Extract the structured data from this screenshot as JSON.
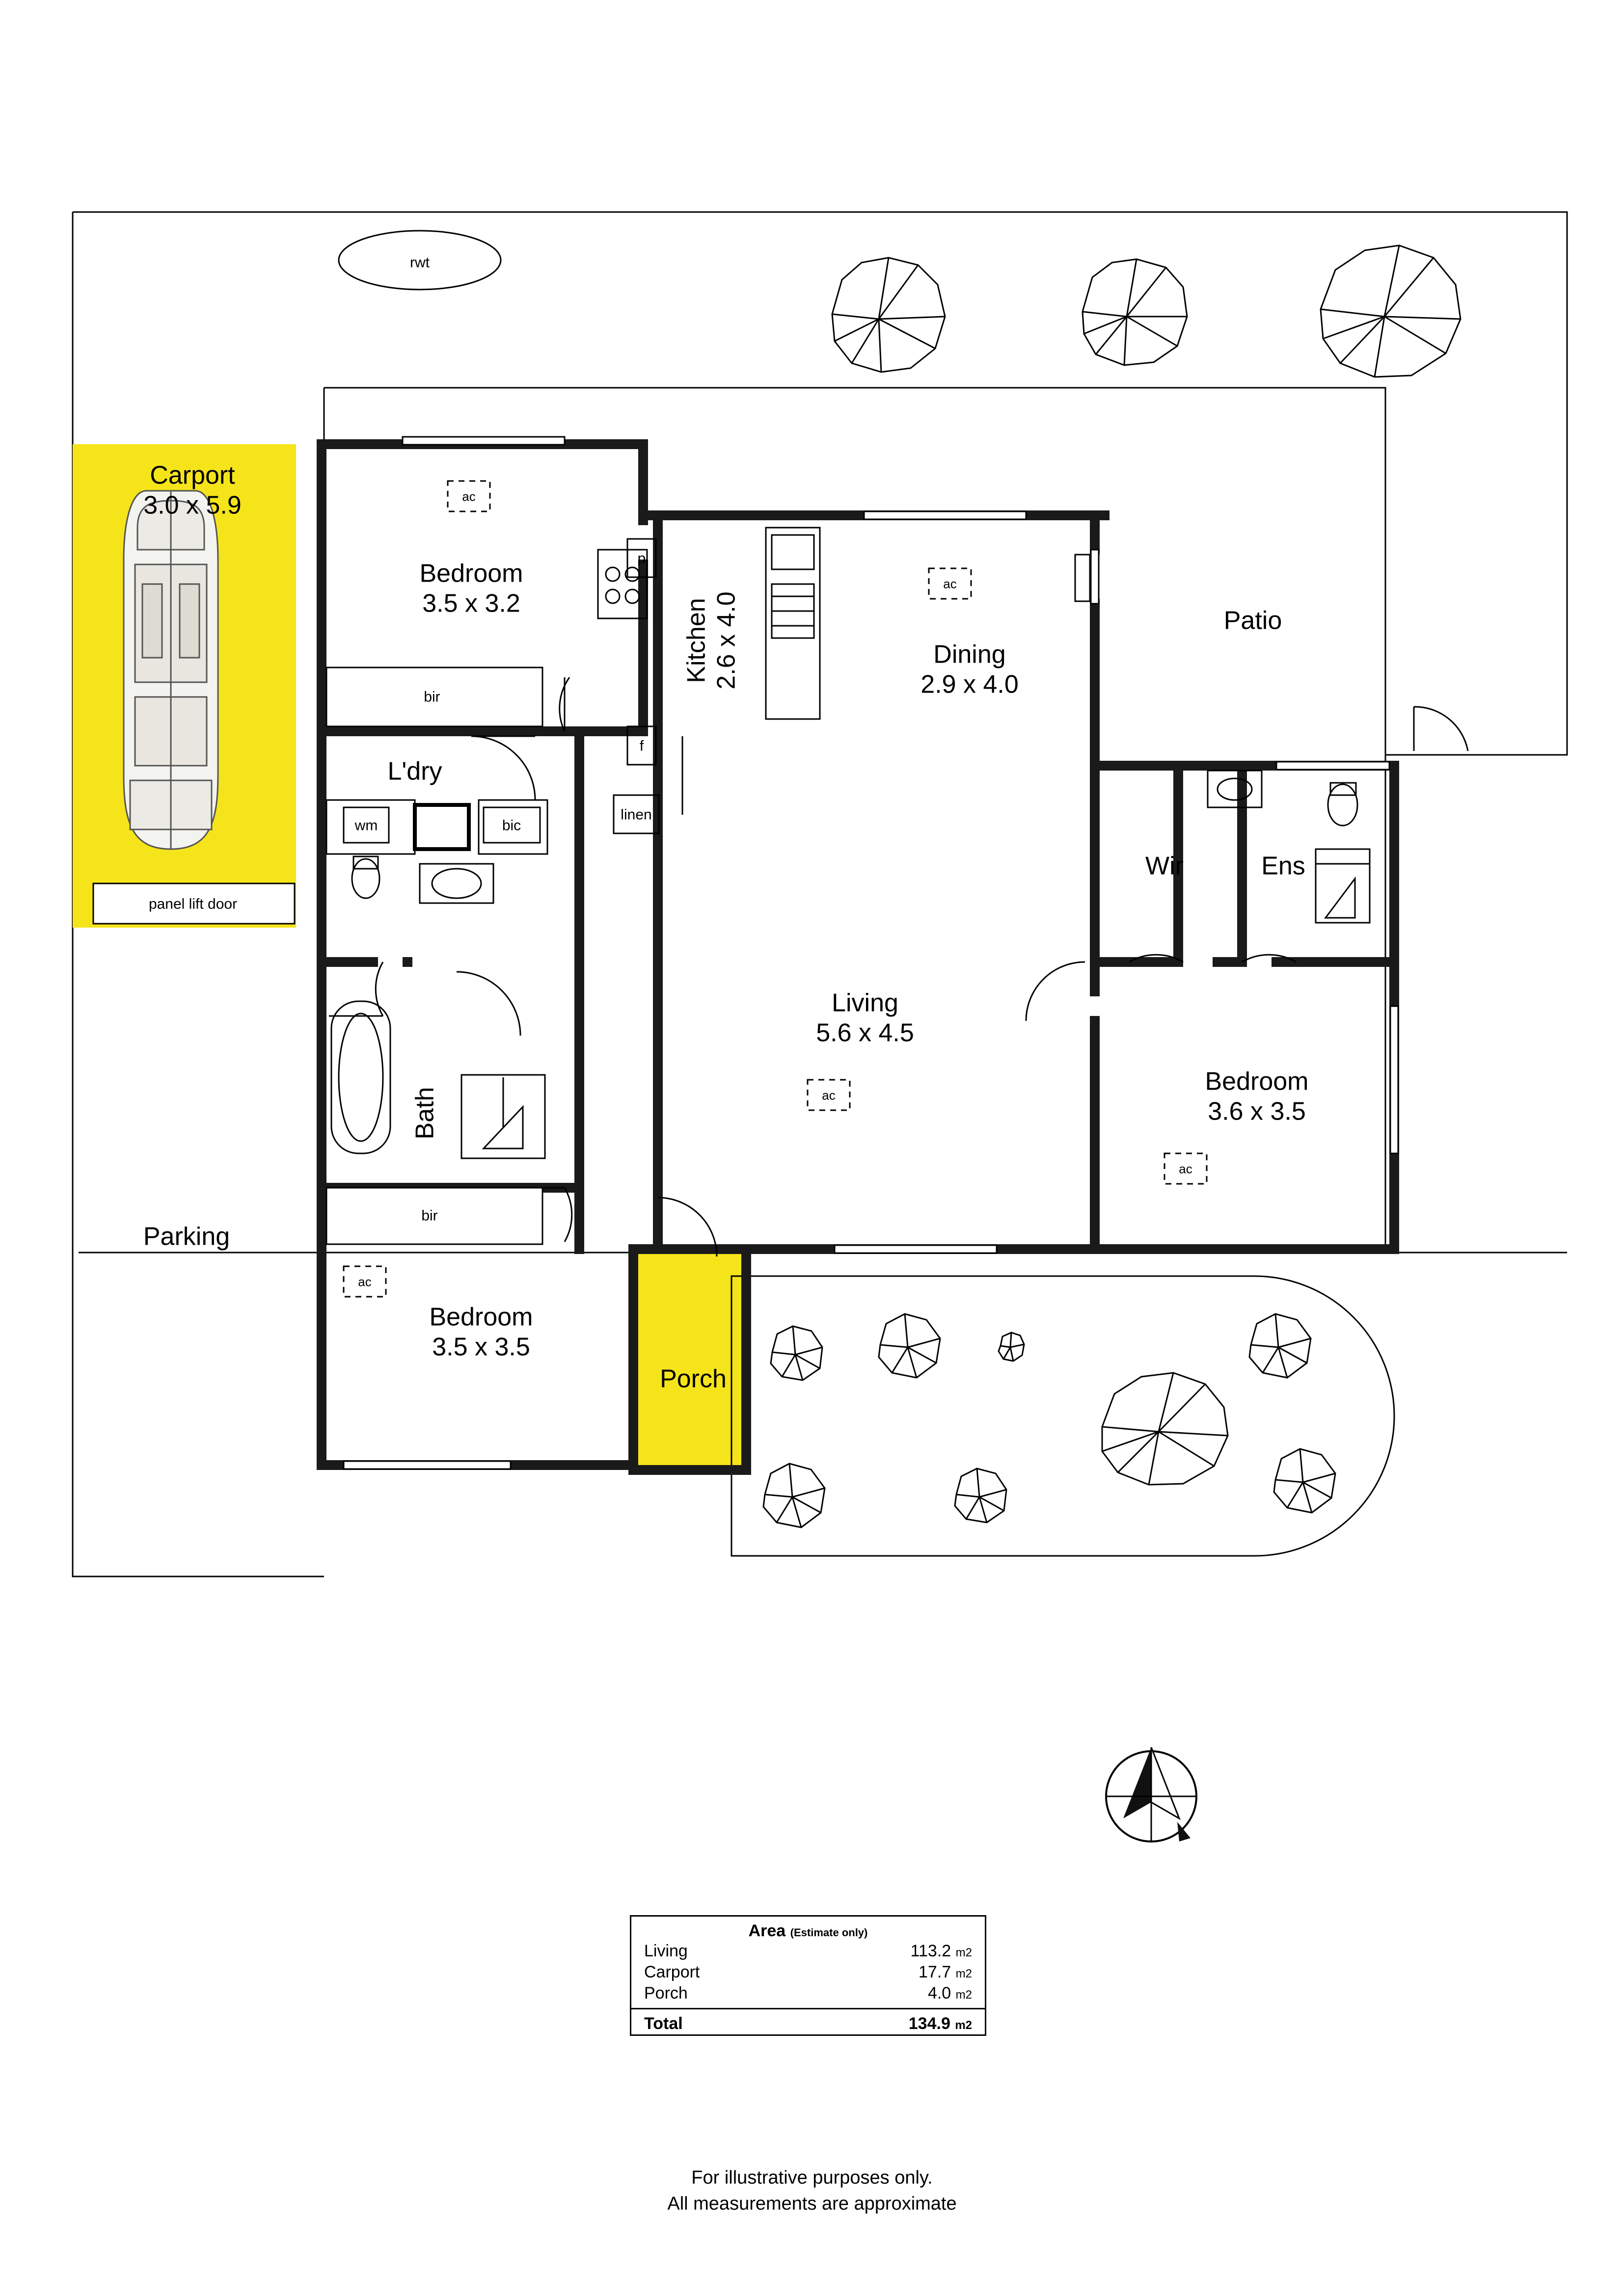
{
  "document": {
    "type": "floor-plan",
    "disclaimer_line1": "For illustrative purposes only.",
    "disclaimer_line2": "All measurements are approximate"
  },
  "rooms": [
    {
      "id": "carport",
      "name": "Carport",
      "dims": "3.0 x 5.9"
    },
    {
      "id": "bedroom1",
      "name": "Bedroom",
      "dims": "3.5 x 3.2"
    },
    {
      "id": "kitchen",
      "name": "Kitchen",
      "dims": "2.6 x 4.0"
    },
    {
      "id": "dining",
      "name": "Dining",
      "dims": "2.9 x 4.0"
    },
    {
      "id": "patio",
      "name": "Patio",
      "dims": ""
    },
    {
      "id": "laundry",
      "name": "L'dry",
      "dims": ""
    },
    {
      "id": "wir",
      "name": "Wir",
      "dims": ""
    },
    {
      "id": "ens",
      "name": "Ens",
      "dims": ""
    },
    {
      "id": "living",
      "name": "Living",
      "dims": "5.6 x 4.5"
    },
    {
      "id": "bath",
      "name": "Bath",
      "dims": ""
    },
    {
      "id": "bedroom2",
      "name": "Bedroom",
      "dims": "3.6 x 3.5"
    },
    {
      "id": "parking",
      "name": "Parking",
      "dims": ""
    },
    {
      "id": "bedroom3",
      "name": "Bedroom",
      "dims": "3.5 x 3.5"
    },
    {
      "id": "porch",
      "name": "Porch",
      "dims": ""
    }
  ],
  "annotations": {
    "rwt": "rwt",
    "ac": "ac",
    "bir": "bir",
    "bic": "bic",
    "wm": "wm",
    "linen": "linen",
    "p": "p",
    "f": "f",
    "panel_lift_door": "panel lift door"
  },
  "area": {
    "title": "Area",
    "title_note": "(Estimate only)",
    "rows": [
      {
        "label": "Living",
        "value": "113.2",
        "unit": "m2"
      },
      {
        "label": "Carport",
        "value": "17.7",
        "unit": "m2"
      },
      {
        "label": "Porch",
        "value": "4.0",
        "unit": "m2"
      }
    ],
    "total": {
      "label": "Total",
      "value": "134.9",
      "unit": "m2"
    }
  },
  "colors": {
    "highlight": "#f5e41a",
    "wall": "#1a1a1a",
    "thin": "#000000",
    "background": "#ffffff"
  }
}
